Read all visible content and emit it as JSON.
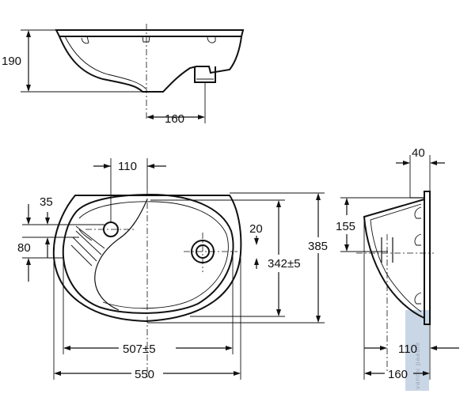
{
  "top_view": {
    "height_label": "190",
    "drain_offset_label": "160"
  },
  "front_view": {
    "tap_offset_label": "110",
    "tap_top_label": "35",
    "tap_to_overflow_label": "80",
    "drain_dia_label": "20",
    "inner_depth_label": "342±5",
    "outer_depth_label": "385",
    "inner_width_label": "507±5",
    "outer_width_label": "550"
  },
  "side_view": {
    "rim_label": "40",
    "overflow_height_label": "155",
    "wall_to_drain_label": "110",
    "wall_to_edge_label": "160"
  },
  "watermark": {
    "text": "vannu paaule"
  },
  "colors": {
    "line": "#111111",
    "watermark_bar": "#c9d6e6"
  }
}
